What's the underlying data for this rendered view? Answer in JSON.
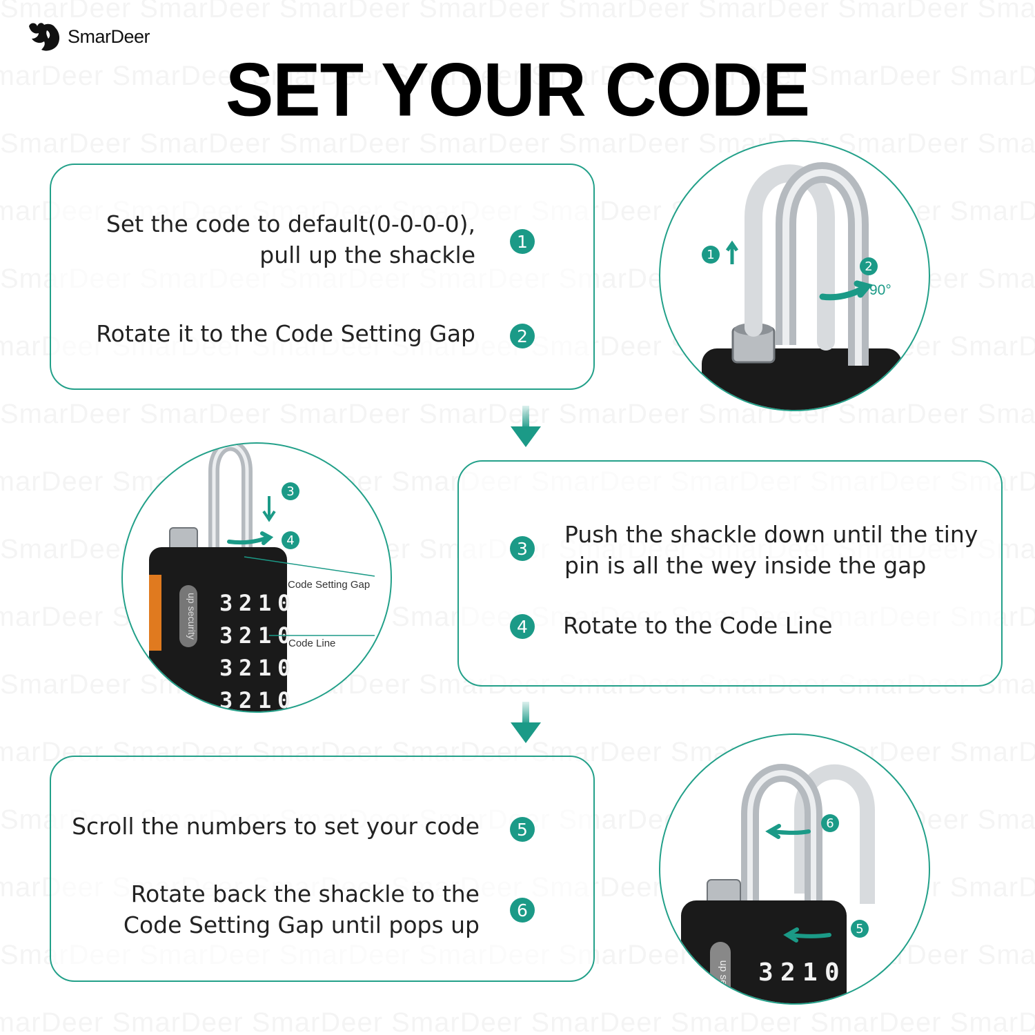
{
  "brand": {
    "name": "SmarDeer",
    "watermark": "SmarDeer"
  },
  "title": "SET YOUR CODE",
  "colors": {
    "accent": "#1b9a87",
    "border": "#22a089",
    "lock_body": "#1a1a1a",
    "shackle": "#c8ccd0"
  },
  "steps": [
    {
      "number": "1",
      "text_lines": [
        "Set the code to default(0-0-0-0),",
        "pull up the shackle"
      ]
    },
    {
      "number": "2",
      "text_lines": [
        "Rotate it to the Code Setting Gap"
      ]
    },
    {
      "number": "3",
      "text_lines": [
        "Push the shackle down until the tiny",
        "pin is all the wey inside the gap"
      ]
    },
    {
      "number": "4",
      "text_lines": [
        "Rotate to the Code Line"
      ]
    },
    {
      "number": "5",
      "text_lines": [
        "Scroll the numbers to set your code"
      ]
    },
    {
      "number": "6",
      "text_lines": [
        "Rotate back the shackle to the",
        "Code Setting Gap until pops up"
      ]
    }
  ],
  "figure1": {
    "badges": [
      "1",
      "2"
    ],
    "angle_label": "90°"
  },
  "figure2": {
    "badges": [
      "3",
      "4"
    ],
    "labels": {
      "gap": "Code Setting Gap",
      "line": "Code Line"
    },
    "dial_digits": [
      "3",
      "2",
      "1",
      "0"
    ],
    "body_text": "up security"
  },
  "figure3": {
    "badges": [
      "6",
      "5"
    ],
    "dial_digits": [
      "3",
      "2",
      "1",
      "0"
    ],
    "body_text": "up se"
  }
}
